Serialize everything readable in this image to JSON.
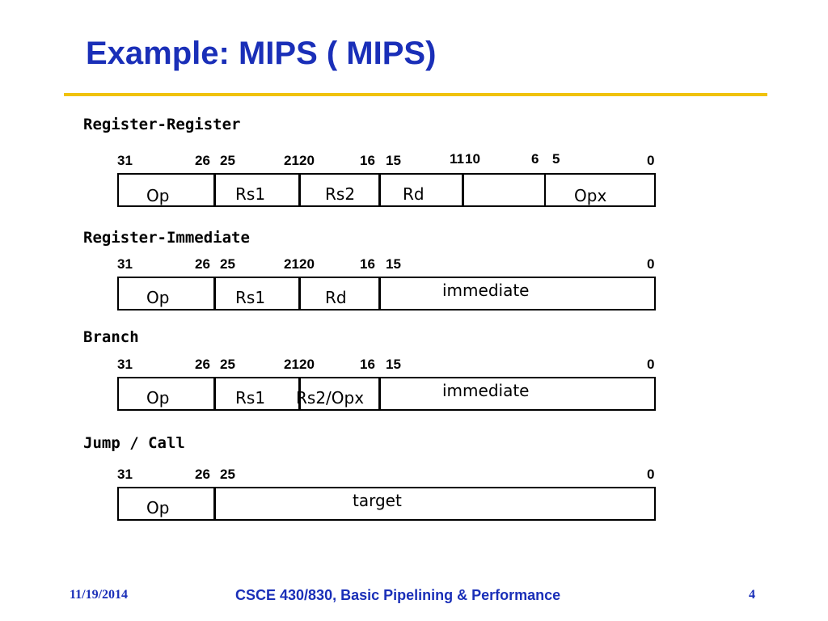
{
  "slide": {
    "title": "Example: MIPS ( MIPS)"
  },
  "formats": [
    {
      "heading": "Register-Register",
      "bits": [
        "31",
        "26",
        "25",
        "21",
        "20",
        "16",
        "15",
        "11",
        "10",
        "6",
        "5",
        "0"
      ],
      "fields": [
        "Op",
        "Rs1",
        "Rs2",
        "Rd",
        "",
        "Opx"
      ]
    },
    {
      "heading": "Register-Immediate",
      "bits": [
        "31",
        "26",
        "25",
        "21",
        "20",
        "16",
        "15",
        "0"
      ],
      "fields": [
        "Op",
        "Rs1",
        "Rd",
        "immediate"
      ]
    },
    {
      "heading": "Branch",
      "bits": [
        "31",
        "26",
        "25",
        "21",
        "20",
        "16",
        "15",
        "0"
      ],
      "fields": [
        "Op",
        "Rs1",
        "Rs2/Opx",
        "immediate"
      ]
    },
    {
      "heading": "Jump / Call",
      "bits": [
        "31",
        "26",
        "25",
        "0"
      ],
      "fields": [
        "Op",
        "target"
      ]
    }
  ],
  "footer": {
    "date": "11/19/2014",
    "course": "CSCE 430/830, Basic Pipelining & Performance",
    "page": "4"
  }
}
